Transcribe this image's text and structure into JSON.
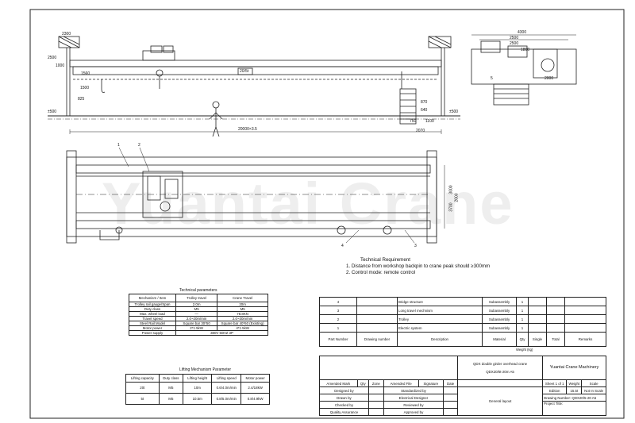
{
  "watermark": "Yuantai Crane",
  "elevation": {
    "dimensions": [
      "2300",
      "2500",
      "1000",
      "1560",
      "825",
      "1500",
      "20000×3.5",
      "870",
      "640",
      "1100",
      "750",
      "2070",
      "±500",
      "±500",
      "4300",
      "2500",
      "2500",
      "1800",
      "2000",
      "5",
      "20/5t"
    ]
  },
  "plan": {
    "callouts": [
      "1",
      "2",
      "3",
      "4"
    ],
    "dimensions": [
      "3000",
      "3700",
      "2000"
    ]
  },
  "technical_requirement": {
    "title": "Technical Requirement",
    "items": [
      "1. Distance from workshop backpin to crane peak should ≥300mm",
      "2. Control mode: remote control"
    ]
  },
  "tech_params": {
    "title": "Technical parameters",
    "head": [
      "Mechanism / Item",
      "Trolley travel",
      "Crane Travel"
    ],
    "rows": [
      [
        "Trolley rail gauge/Span",
        "2.0m",
        "20m"
      ],
      [
        "Duty class",
        "M5",
        "M5"
      ],
      [
        "Max. wheel load",
        "—",
        "78.8KN"
      ],
      [
        "Travel speed",
        "2.0~20m/min",
        "2.0~30m/min"
      ],
      [
        "Steel Rail Model",
        "Square bar 30*50",
        "Square bar 40*60 (Existing)"
      ],
      [
        "Motor power",
        "2*1.5kW",
        "4*1.5kW"
      ],
      [
        "Power supply",
        "380V 50HZ 3P",
        ""
      ]
    ]
  },
  "lifting": {
    "title": "Lifting Mechanism Parameter",
    "head": [
      "Lifting capacity",
      "Duty class",
      "Lifting height",
      "Lifting speed",
      "Motor power"
    ],
    "rows": [
      [
        "20t",
        "M5",
        "10m",
        "0.6/4.0m/min",
        "2.4/18kW"
      ],
      [
        "5t",
        "M5",
        "10.5m",
        "0.8/5.0m/min",
        "0.8/4.9kW"
      ]
    ]
  },
  "bom": {
    "rows": [
      [
        "4",
        "",
        "Bridge structure",
        "Subassembly",
        "1"
      ],
      [
        "3",
        "",
        "Long travel mechnism",
        "Subassembly",
        "1"
      ],
      [
        "2",
        "",
        "Trolley",
        "Subassembly",
        "1"
      ],
      [
        "1",
        "",
        "Electric system",
        "Subassembly",
        "1"
      ]
    ],
    "head": [
      "Part Number",
      "Drawing number",
      "Description",
      "Material",
      "Qty",
      "Single",
      "Total",
      "Weight (kg)",
      "Remarks"
    ]
  },
  "title_block": {
    "product": "QDX double girder overhead crane",
    "model": "QDX20/5t-20m A5",
    "company": "Yuantai Crane Machinery",
    "sheet": "Sheet 1 of 1",
    "weight_label": "Weight",
    "scale_label": "Scale",
    "edition_label": "Edition",
    "weight": "15.5t",
    "scale": "Not In Scale",
    "drawing_number": "Drawing Number: QDX20/5-20 A5",
    "project_title": "Project Title:",
    "general_layout": "General layout",
    "rev_head": [
      "Amended Mark",
      "Qty",
      "Zone",
      "Amended File",
      "Signature",
      "Date"
    ],
    "signoffs": [
      "Designed by",
      "Drawn by",
      "Checked by",
      "Quality Assurance"
    ],
    "signoffs2": [
      "Standardized by",
      "Electrical Designer",
      "Reviewed by",
      "Approved by"
    ]
  }
}
